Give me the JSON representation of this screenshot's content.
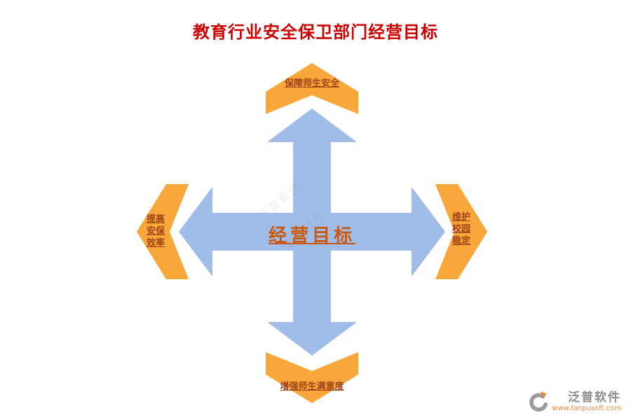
{
  "title": "教育行业安全保卫部门经营目标",
  "center_label": "经营目标",
  "nodes": {
    "top": {
      "label": "保障师生安全"
    },
    "bottom": {
      "label": "增强师生满意度"
    },
    "left": {
      "lines": [
        "提高",
        "安保",
        "效率"
      ]
    },
    "right": {
      "lines": [
        "维护",
        "校园",
        "稳定"
      ]
    }
  },
  "watermark_text": "泛普软件",
  "logo": {
    "name": "泛普软件",
    "url": "www.fanpusoft.com"
  },
  "colors": {
    "title_red": "#CC0000",
    "arrow_blue": "#A0BCE8",
    "banner_orange": "#F8A73B",
    "label_brown": "#A0421A",
    "center_orange": "#C9590F",
    "brand_gray": "#8C8C8C",
    "url_orange": "#E8893B"
  }
}
